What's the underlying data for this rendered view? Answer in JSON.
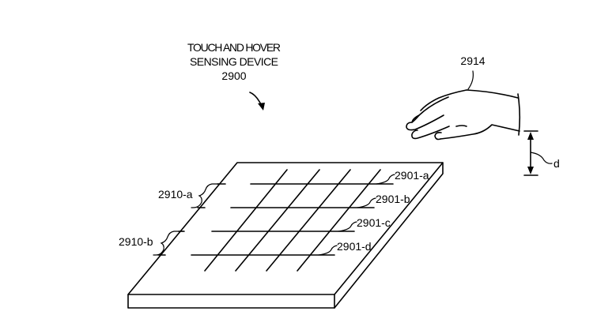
{
  "title": {
    "line1": "TOUCH AND HOVER",
    "line2": "SENSING DEVICE",
    "ref": "2900"
  },
  "labels": {
    "hand": "2914",
    "distance": "d",
    "row_a": "2901-a",
    "row_b": "2901-b",
    "row_c": "2901-c",
    "row_d": "2901-d",
    "group_a": "2910-a",
    "group_b": "2910-b"
  }
}
